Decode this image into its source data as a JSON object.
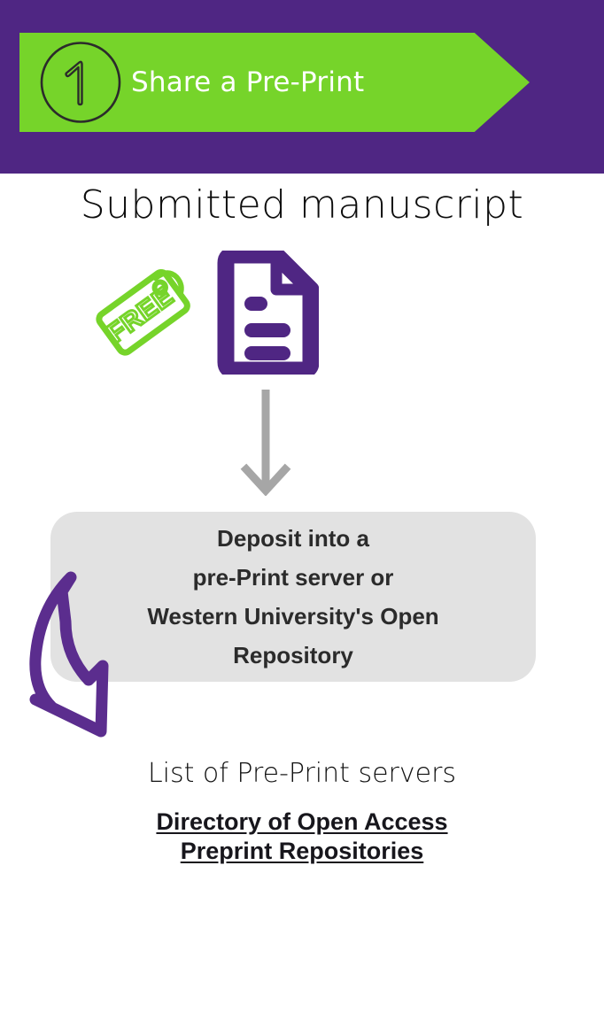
{
  "colors": {
    "header_purple": "#4F2683",
    "accent_green": "#76D42A",
    "box_grey": "#E2E2E2",
    "arrow_grey": "#A6A6A6",
    "icon_purple": "#4F2683",
    "text_dark": "#2b2b2b"
  },
  "header": {
    "step_number": "1",
    "step_label": "Share a Pre-Print",
    "badge_icon": "circled-number-one-icon",
    "chevron_icon": "chevron-banner-icon"
  },
  "main": {
    "title": "Submitted manuscript",
    "icons": {
      "free_tag": {
        "name": "free-price-tag-icon",
        "label": "FREE"
      },
      "document": {
        "name": "document-file-icon"
      },
      "flow_arrow": {
        "name": "arrow-down-icon"
      },
      "curved_arrow": {
        "name": "curved-arrow-down-left-icon"
      }
    },
    "deposit_box": {
      "lines": [
        "Deposit into a",
        "pre-Print server or",
        "Western University's Open",
        "Repository"
      ]
    },
    "footer": {
      "servers_note": "List of Pre-Print servers",
      "link_lines": [
        "Directory of Open Access",
        " Preprint Repositories"
      ]
    }
  }
}
